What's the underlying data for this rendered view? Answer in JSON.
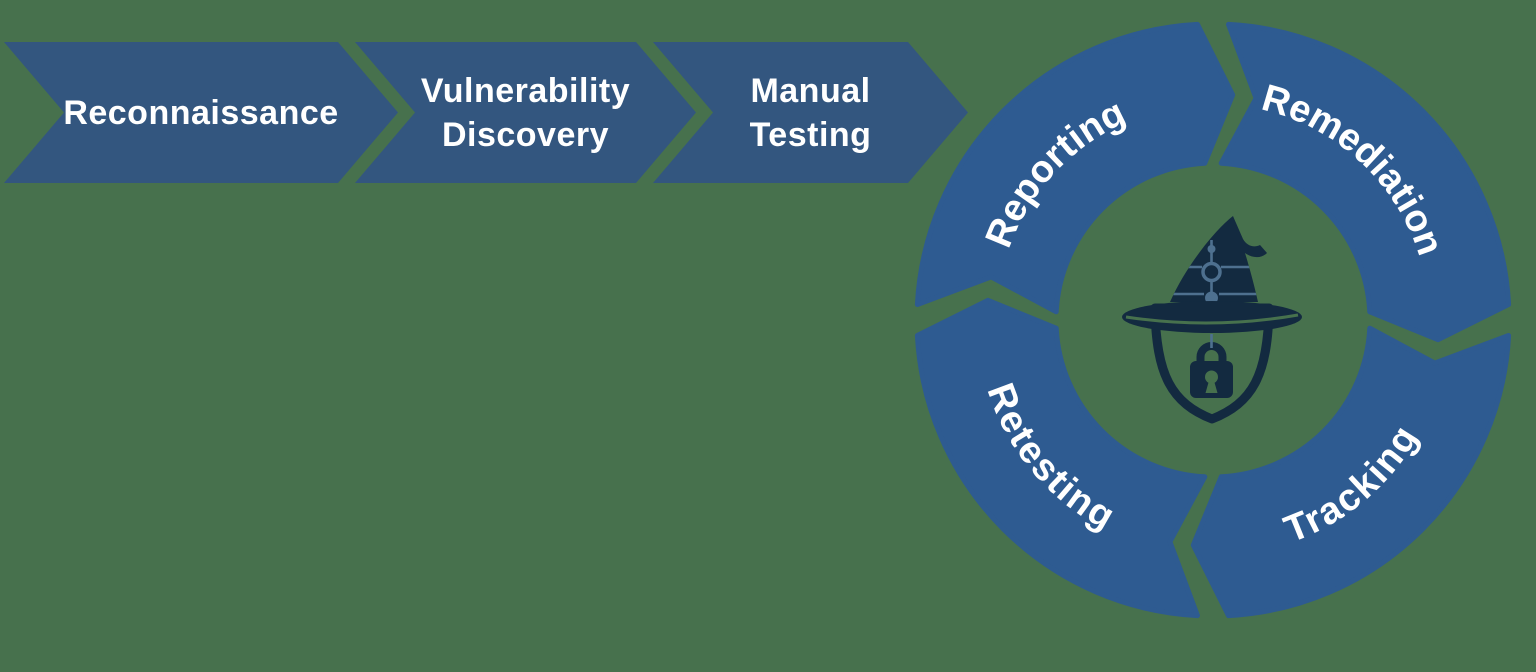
{
  "flow": {
    "steps": [
      {
        "line1": "Reconnaissance",
        "line2": ""
      },
      {
        "line1": "Vulnerability",
        "line2": "Discovery"
      },
      {
        "line1": "Manual",
        "line2": "Testing"
      }
    ]
  },
  "cycle": {
    "phases": [
      "Reporting",
      "Remediation",
      "Tracking",
      "Retesting"
    ]
  },
  "icon": {
    "name": "security-wizard-hat-shield-lock"
  },
  "colors": {
    "bg-green": "#47714D",
    "arrow-blue": "#33567F",
    "arc-blue": "#2E5B91",
    "icon-navy": "#132A40",
    "circuit-blue": "#4E708F",
    "text-white": "#FFFFFF"
  }
}
